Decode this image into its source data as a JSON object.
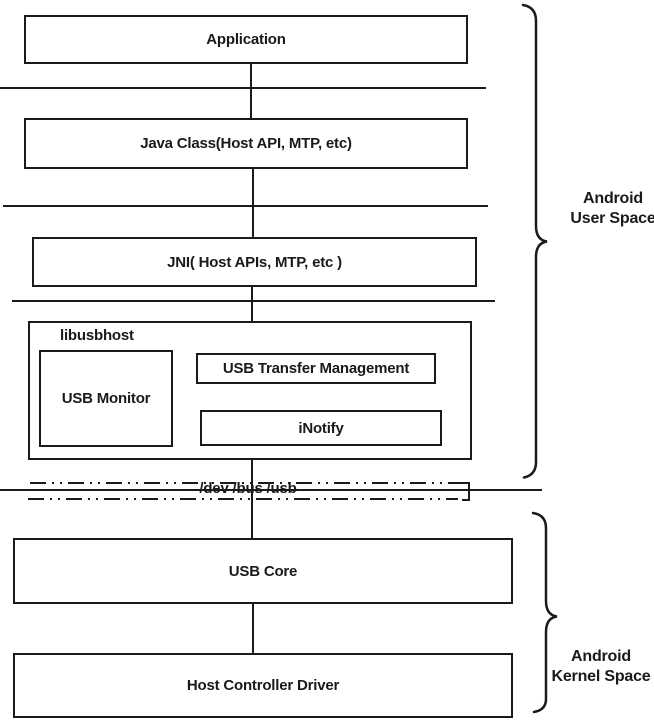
{
  "colors": {
    "ink": "#1a1a1a",
    "background": "#ffffff"
  },
  "diagram": {
    "layers": {
      "application": {
        "label": "Application"
      },
      "java_class": {
        "label": "Java Class(Host API, MTP, etc)"
      },
      "jni": {
        "label": "JNI( Host APIs, MTP, etc )"
      },
      "libusbhost": {
        "title": "libusbhost",
        "usb_monitor": {
          "label": "USB Monitor"
        },
        "usb_transfer_management": {
          "label": "USB Transfer Management"
        },
        "inotify": {
          "label": "iNotify"
        }
      },
      "usb_core": {
        "label": "USB Core"
      },
      "host_controller_driver": {
        "label": "Host Controller Driver"
      }
    },
    "divider": {
      "label": "/dev /bus /usb"
    },
    "annotations": {
      "user_space": {
        "line1": "Android",
        "line2": "User Space"
      },
      "kernel_space": {
        "line1": "Android",
        "line2": "Kernel Space"
      }
    }
  }
}
